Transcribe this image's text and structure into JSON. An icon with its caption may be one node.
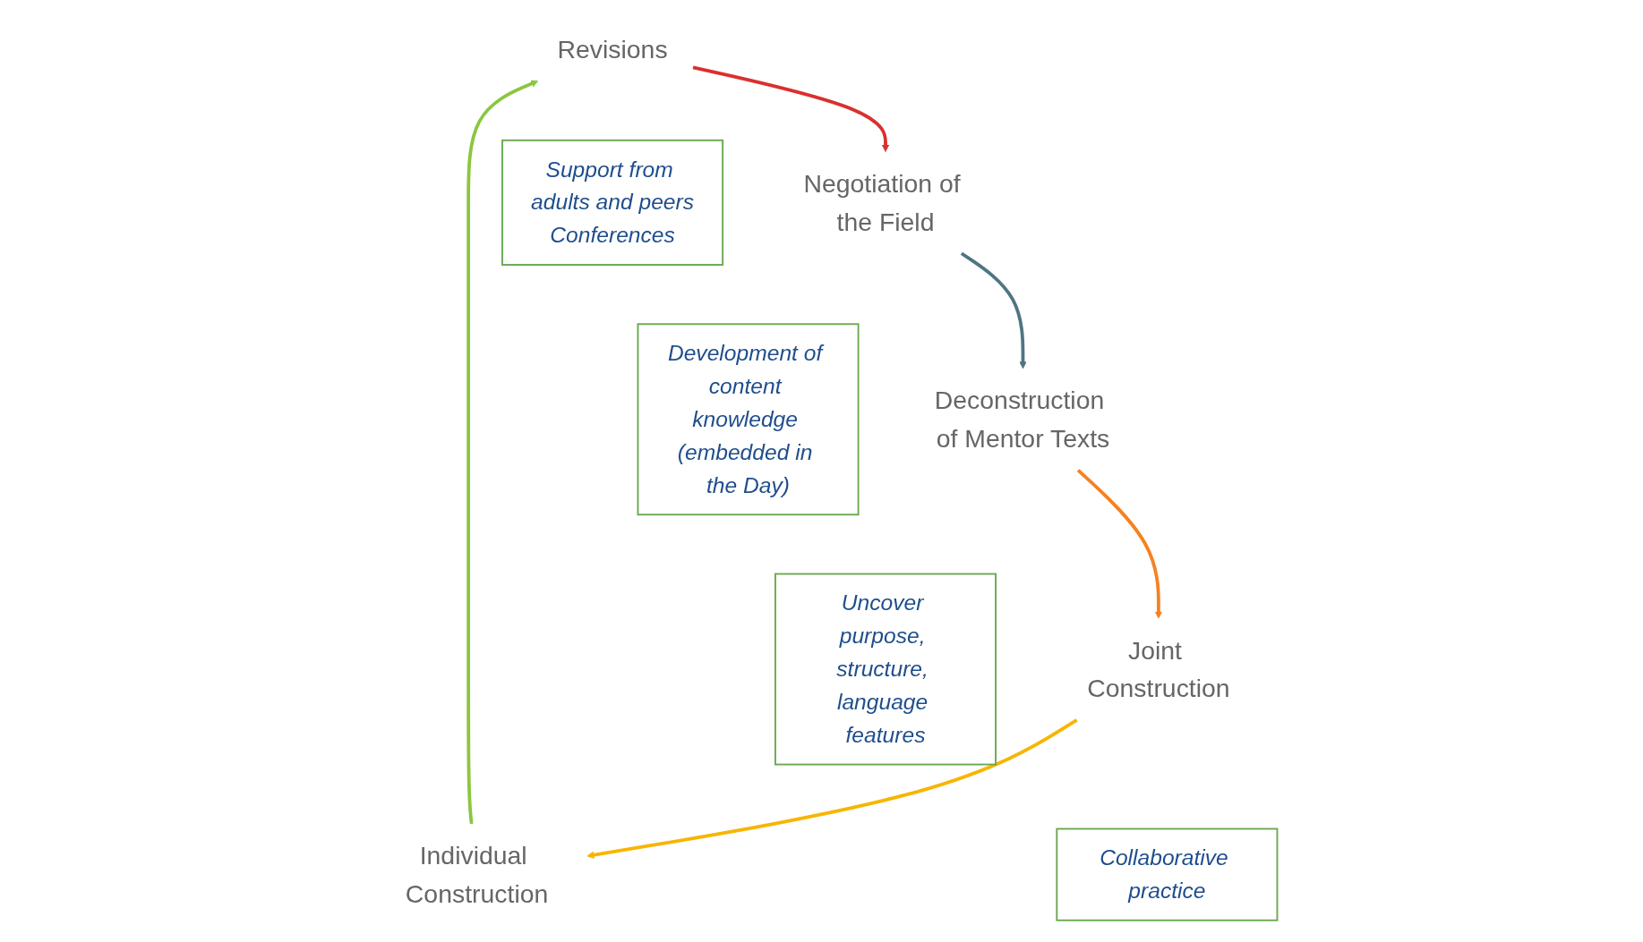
{
  "diagram": {
    "nodes": [
      {
        "text": [
          "Revisions"
        ]
      },
      {
        "text": [
          "Negotiation of the Field"
        ]
      },
      {
        "text": [
          "Deconstruction of Mentor Texts"
        ]
      },
      {
        "text": [
          "Joint Construction"
        ]
      },
      {
        "text": [
          "Individual Construction"
        ]
      },
      {
        "text": [
          "Development of content knowledge (embedded in the Day)"
        ]
      },
      {
        "text": [
          "Uncover purpose, structure, language features"
        ]
      },
      {
        "text": [
          "Collaborative practice"
        ]
      },
      {
        "text": [
          "Support from adults and peers",
          "Conferences"
        ]
      }
    ],
    "edges": [
      {
        "from": 0,
        "to": 1,
        "arrow": "to",
        "color": "#d9302f"
      },
      {
        "from": 1,
        "to": 2,
        "arrow": "to",
        "color": "#4f7582"
      },
      {
        "from": 2,
        "to": 3,
        "arrow": "to",
        "color": "#f58220"
      },
      {
        "from": 3,
        "to": 4,
        "arrow": "to",
        "color": "#f7b500"
      },
      {
        "from": 4,
        "to": 0,
        "arrow": "to",
        "color": "#8cc63f"
      }
    ]
  }
}
